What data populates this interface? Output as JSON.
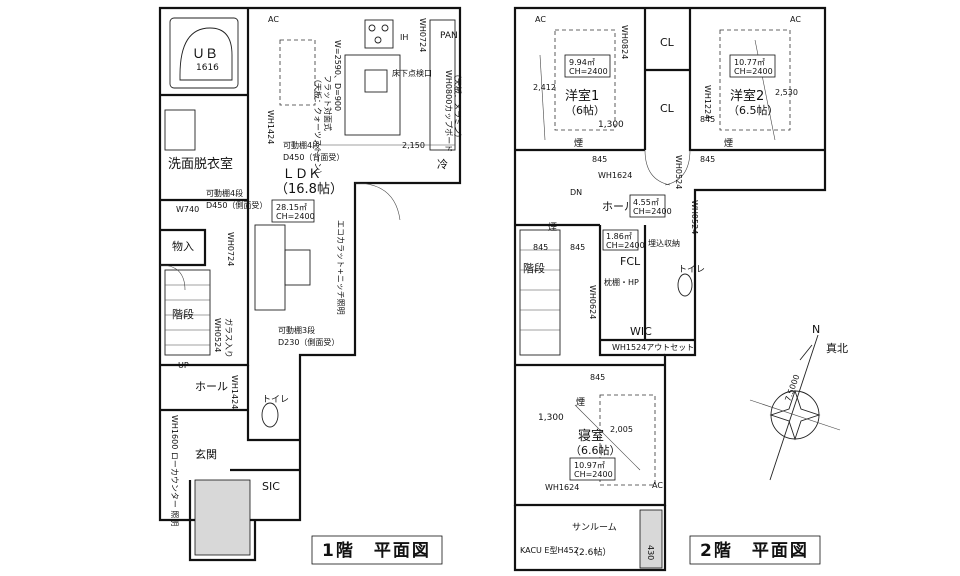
{
  "floor1": {
    "title": "1階　平面図",
    "rooms": {
      "ub": "ＵＢ",
      "ub_size": "1616",
      "senmen": "洗面脱衣室",
      "ldk": "ＬＤＫ",
      "ldk_size": "（16.8帖）",
      "ldk_area": "28.15㎡",
      "ldk_ch": "CH=2400",
      "monoire": "物入",
      "kaidan": "階段",
      "hall": "ホール",
      "toilet": "トイレ",
      "genkan": "玄関",
      "sic": "SIC",
      "rei": "冷",
      "pan": "PAN"
    },
    "labels": {
      "ac": "AC",
      "ih": "IH",
      "up": "UP",
      "kadou4_1": "可動棚4段",
      "kadou4_1_d": "D450（背面受）",
      "kadou4_2": "可動棚4段",
      "kadou4_2_d": "D450（側面受）",
      "kadou3": "可動棚3段",
      "kadou3_d": "D230（側面受）",
      "flat_counter": "フラット対面式",
      "flat_counter_sub": "（天板：クォーツストーン）",
      "counter_size": "W=2590、D=900",
      "yuka_tenken": "床下点検口",
      "wh0724_a": "WH0724",
      "wh0724_b": "WH0724",
      "wh1424": "WH1424",
      "wh1424_b": "WH1424",
      "wh0524": "WH0524",
      "wh0524_sub": "ガラス入り",
      "wh0800": "WH0800カップボード",
      "wh0800_sub": "（天板：メラミン）",
      "w740": "W740",
      "dim_2150": "2,150",
      "ecocarat": "エコカラット+ニッチ照明",
      "wh1600": "WH1600 ローカウンター 照明"
    }
  },
  "floor2": {
    "title": "2階　平面図",
    "rooms": {
      "yoshitsu1": "洋室1",
      "yoshitsu1_size": "（6帖）",
      "yoshitsu1_area": "9.94㎡",
      "yoshitsu1_ch": "CH=2400",
      "yoshitsu2": "洋室2",
      "yoshitsu2_size": "（6.5帖）",
      "yoshitsu2_area": "10.77㎡",
      "yoshitsu2_ch": "CH=2400",
      "hall": "ホール",
      "hall_area": "4.55㎡",
      "hall_ch": "CH=2400",
      "fcl": "FCL",
      "fcl_area": "1.86㎡",
      "fcl_ch": "CH=2400",
      "kaidan": "階段",
      "toilet": "トイレ",
      "wic": "WIC",
      "shinshitsu": "寝室",
      "shinshitsu_size": "（6.6帖）",
      "shinshitsu_area": "10.97㎡",
      "shinshitsu_ch": "CH=2400",
      "sunroom": "サンルーム",
      "sunroom_size": "（2.6帖）",
      "cl1": "CL",
      "cl2": "CL",
      "umekomi": "埋込収納"
    },
    "labels": {
      "ac1": "AC",
      "ac2": "AC",
      "ac3": "AC",
      "dn": "DN",
      "d2412": "2,412",
      "d2530": "2,530",
      "d1300a": "1,300",
      "d1300b": "1,300",
      "d845a": "845",
      "d845b": "845",
      "d845c": "845",
      "d845d": "845",
      "d845e": "845",
      "d845f": "845",
      "d2005": "2,005",
      "d430": "430",
      "kemuri": "煙",
      "wh1624a": "WH1624",
      "wh1624b": "WH1624",
      "wh0824": "WH0824",
      "wh1224": "WH1224",
      "wh0524a": "WH0524",
      "wh0524b": "WH0524",
      "wh0624": "WH0624",
      "wh1524": "WH1524アウトセット",
      "makura_hp": "枕棚・HP",
      "kacu": "KACU E型H452"
    }
  },
  "compass": {
    "n": "N",
    "true_north": "真北",
    "angle": "7.5000"
  }
}
